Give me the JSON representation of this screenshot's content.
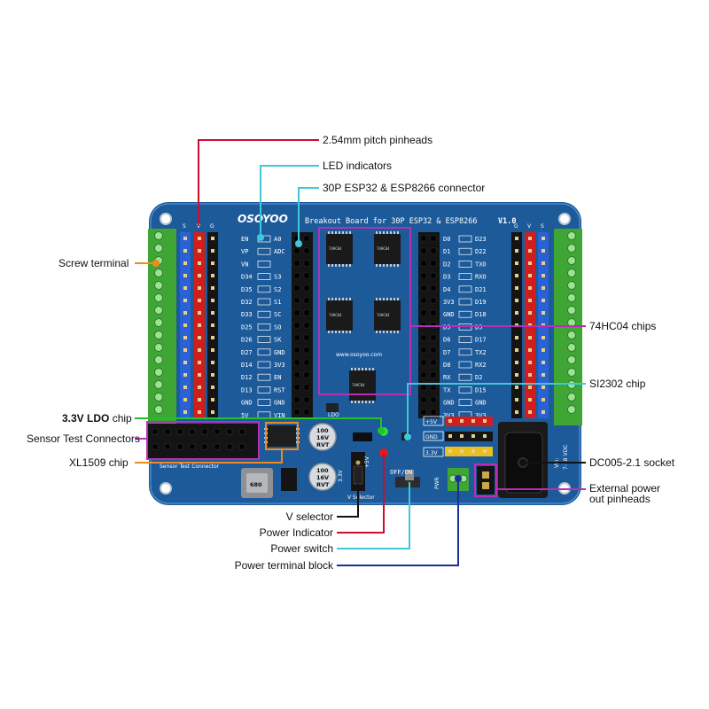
{
  "board": {
    "brand": "OSOYOO",
    "title": "Breakout Board for 30P ESP32 & ESP8266",
    "version": "V1.0",
    "website": "www.osoyoo.com",
    "left_pin_labels": [
      "EN",
      "VP",
      "VN",
      "D34",
      "D35",
      "D32",
      "D33",
      "D25",
      "D26",
      "D27",
      "D14",
      "D12",
      "D13",
      "GND",
      "5V"
    ],
    "left_side_labels": [
      "A0",
      "ADC",
      "",
      "S3",
      "S2",
      "S1",
      "SC",
      "SO",
      "SK",
      "GND",
      "3V3",
      "EN",
      "RST",
      "GND",
      "VIN"
    ],
    "right_pin_labels": [
      "D0",
      "D1",
      "D2",
      "D3",
      "D4",
      "3V3",
      "GND",
      "D5",
      "D6",
      "D7",
      "D8",
      "RX",
      "TX",
      "GND",
      "3V3"
    ],
    "right_side_labels": [
      "D23",
      "D22",
      "TXO",
      "RXO",
      "D21",
      "D19",
      "D18",
      "D5",
      "D17",
      "TX2",
      "RX2",
      "D2",
      "D15",
      "GND",
      "3V3"
    ],
    "header_letters_left": [
      "S",
      "V",
      "G"
    ],
    "header_letters_right": [
      "G",
      "V",
      "S"
    ],
    "rail_labels": [
      "+5V",
      "GND",
      "3.3V"
    ],
    "chip_label": "74HC04",
    "cap_top": [
      "100",
      "16V",
      "RVT"
    ],
    "cap_bottom": [
      "100",
      "16V",
      "RVT"
    ],
    "inductor_label": "680",
    "switch_label": "OFF/ON",
    "vselector_label": "V Selector",
    "vselector_options": [
      "3.3V",
      "+5V"
    ],
    "pwr_label": "PWR",
    "sensor_label": "Sensor Test Connector",
    "vin_label": "Vin:",
    "vdc_label": "7-18 VDC",
    "ldo_mark": "LDO"
  },
  "callouts": {
    "pitch": "2.54mm pitch pinheads",
    "led": "LED indicators",
    "connector": "30P ESP32 & ESP8266 connector",
    "screw": "Screw terminal",
    "chips74": "74HC04 chips",
    "si2302": "SI2302 chip",
    "ldo_bold": "3.3V LDO",
    "ldo_rest": " chip",
    "sensor": "Sensor Test Connectors",
    "xl1509": "XL1509 chip",
    "dc005": "DC005-2.1 socket",
    "extpwr_1": "External power",
    "extpwr_2": "out pinheads",
    "vsel": "V selector",
    "pwrind": "Power Indicator",
    "pwrsw": "Power switch",
    "pwrterm": "Power terminal block"
  },
  "colors": {
    "pcb": "#1d5a9a",
    "terminal": "#3fa535",
    "red_line": "#c8102e",
    "cyan_line": "#3fc8dc",
    "magenta_line": "#b62fb6",
    "green_line": "#22c22a",
    "orange_line": "#f08a1c",
    "blue_line": "#1a2f9a",
    "black_line": "#111111"
  }
}
